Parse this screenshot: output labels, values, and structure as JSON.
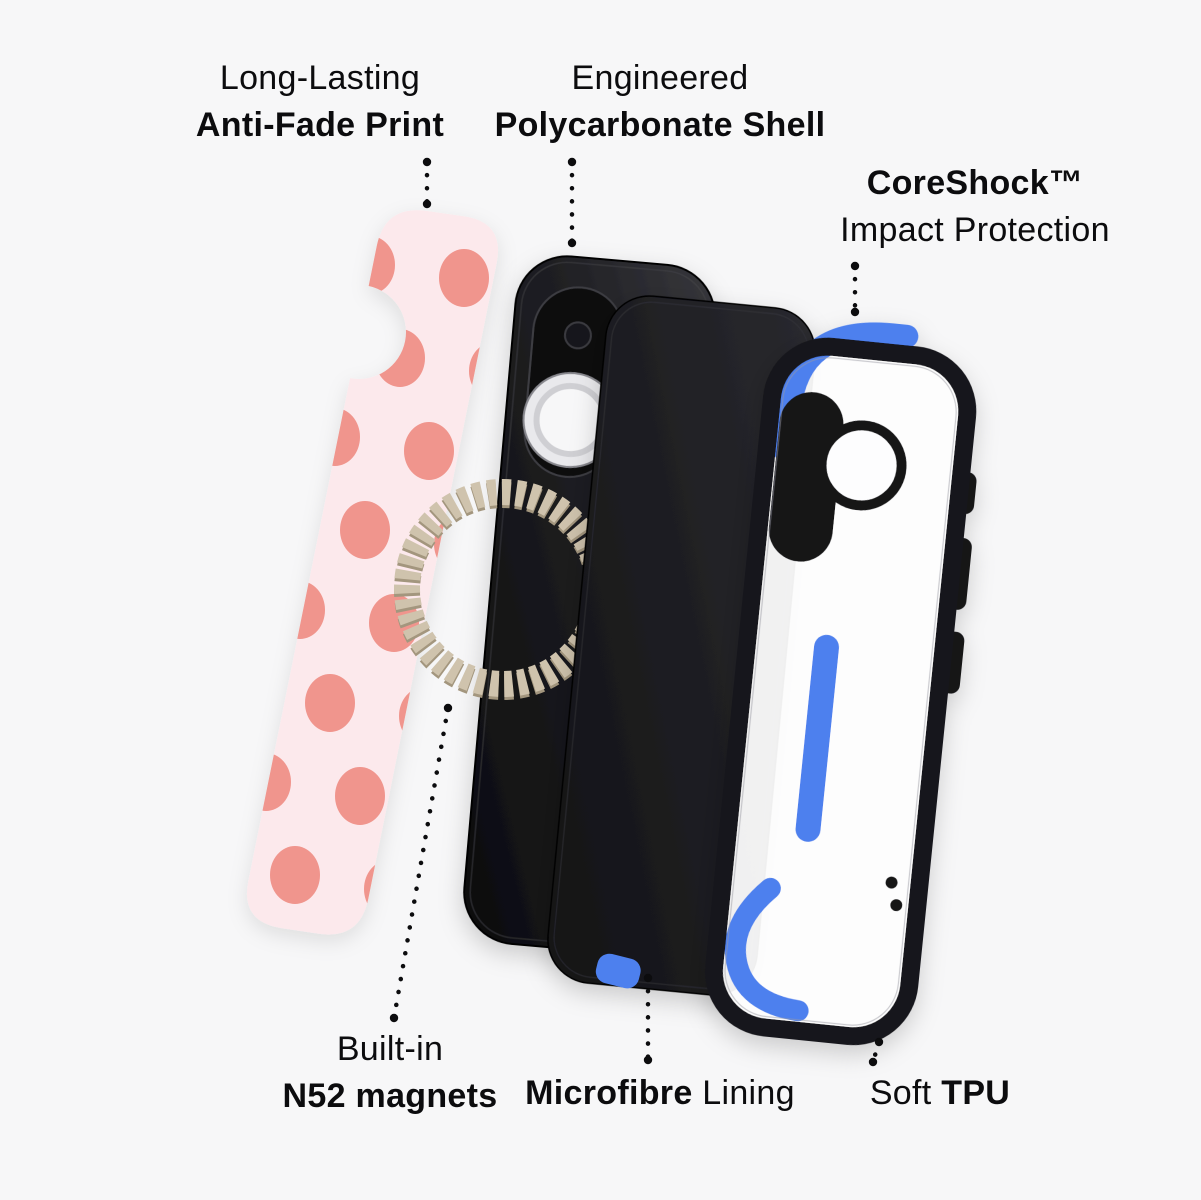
{
  "page": {
    "background": "#f7f7f8"
  },
  "colors": {
    "plate_pink": "#fce9ec",
    "dot_coral": "#f0958d",
    "ring_beige": "#cfc3ad",
    "ring_beige_shadow": "#a3967e",
    "case_black": "#17171a",
    "coreshock_blue": "#4d80ee",
    "text": "#0c0c0e"
  },
  "labels": {
    "anti_fade": {
      "line1": "Long-Lasting",
      "line2": "Anti-Fade Print"
    },
    "polycarbonate": {
      "line1": "Engineered",
      "line2": "Polycarbonate Shell"
    },
    "coreshock": {
      "line1": "CoreShock™",
      "line2": "Impact Protection"
    },
    "magnets": {
      "line1": "Built-in",
      "line2": "N52 magnets"
    },
    "microfibre": {
      "bold_part": "Microfibre",
      "regular_part": "Lining"
    },
    "tpu": {
      "regular_part": "Soft",
      "bold_part": "TPU"
    }
  }
}
